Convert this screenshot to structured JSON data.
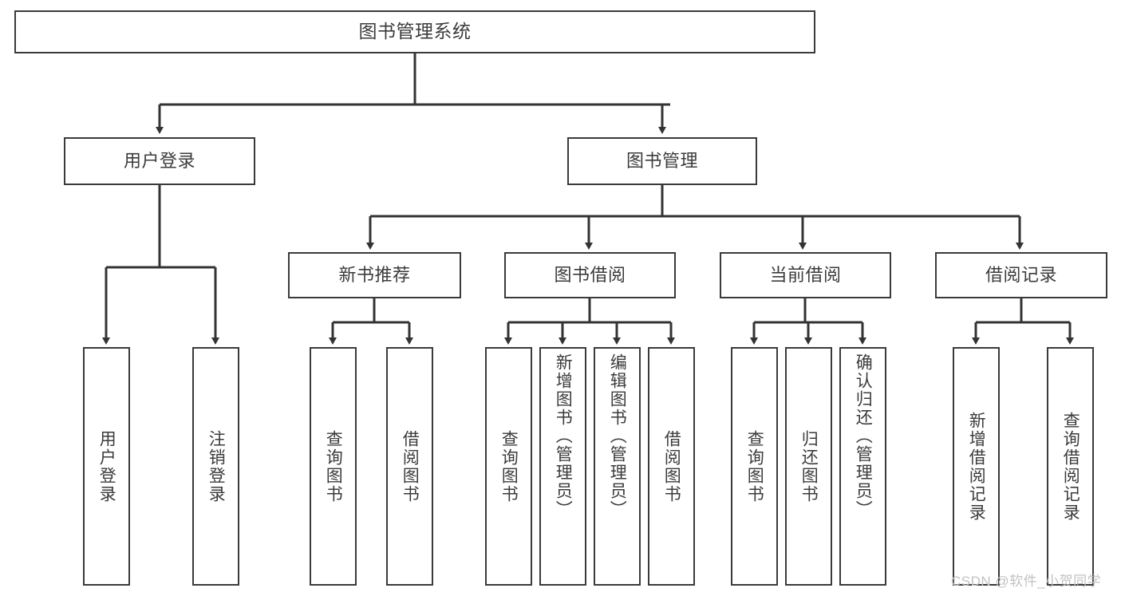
{
  "diagram": {
    "type": "tree-hierarchy",
    "title": "图书管理系统",
    "root": {
      "label": "图书管理系统",
      "children": [
        {
          "label": "用户登录",
          "children": [
            {
              "label": "用户登录"
            },
            {
              "label": "注销登录"
            }
          ]
        },
        {
          "label": "图书管理",
          "children": [
            {
              "label": "新书推荐",
              "children": [
                {
                  "label": "查询图书"
                },
                {
                  "label": "借阅图书"
                }
              ]
            },
            {
              "label": "图书借阅",
              "children": [
                {
                  "label": "查询图书"
                },
                {
                  "label": "新增图书（管理员）"
                },
                {
                  "label": "编辑图书（管理员）"
                },
                {
                  "label": "借阅图书"
                }
              ]
            },
            {
              "label": "当前借阅",
              "children": [
                {
                  "label": "查询图书"
                },
                {
                  "label": "归还图书"
                },
                {
                  "label": "确认归还（管理员）"
                }
              ]
            },
            {
              "label": "借阅记录",
              "children": [
                {
                  "label": "新增借阅记录"
                },
                {
                  "label": "查询借阅记录"
                }
              ]
            }
          ]
        }
      ]
    }
  },
  "nodes": {
    "root": "图书管理系统",
    "user_login": "用户登录",
    "book_manage": "图书管理",
    "new_book_rec": "新书推荐",
    "book_borrow": "图书借阅",
    "current_borrow": "当前借阅",
    "borrow_record": "借阅记录",
    "leaf_user_login": "用户登录",
    "leaf_logout": "注销登录",
    "leaf_rec_query": "查询图书",
    "leaf_rec_borrow": "借阅图书",
    "leaf_bb_query": "查询图书",
    "leaf_bb_add": "新增图书（管理员）",
    "leaf_bb_edit": "编辑图书（管理员）",
    "leaf_bb_borrow": "借阅图书",
    "leaf_cb_query": "查询图书",
    "leaf_cb_return": "归还图书",
    "leaf_cb_confirm": "确认归还（管理员）",
    "leaf_br_add": "新增借阅记录",
    "leaf_br_query": "查询借阅记录"
  },
  "watermark": {
    "text": "CSDN @软件_小贺同学"
  },
  "colors": {
    "box_border": "#3a3a3a",
    "box_fill": "#ffffff",
    "text": "#3b3b3b",
    "connector": "#333333",
    "watermark": "#c2c2c2",
    "background": "#ffffff"
  }
}
